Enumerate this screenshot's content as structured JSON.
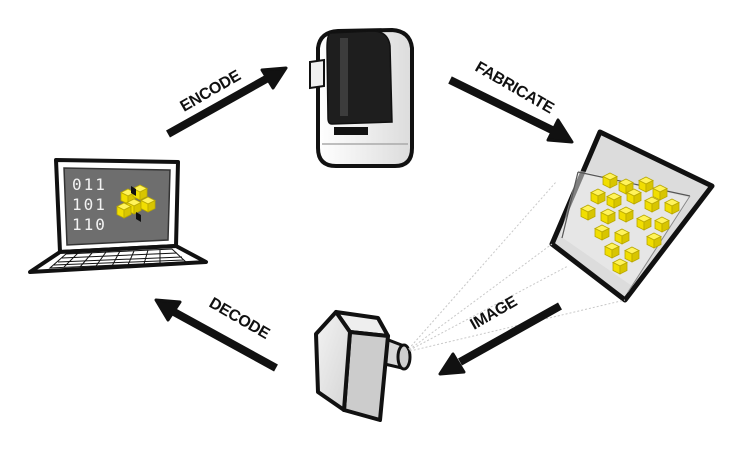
{
  "labels": {
    "encode": "ENCODE",
    "fabricate": "FABRICATE",
    "image": "IMAGE",
    "decode": "DECODE"
  },
  "laptop_screen": {
    "rows": [
      "011",
      "101",
      "110"
    ]
  },
  "icons": {
    "computer": "laptop-icon",
    "fabricator": "3d-printer-icon",
    "object": "cube-icon",
    "imager": "camera-icon"
  },
  "colors": {
    "outline": "#111111",
    "voxel": "#f4e411",
    "cube_face": "#d9d9d9",
    "screen": "#6e6e6e"
  }
}
